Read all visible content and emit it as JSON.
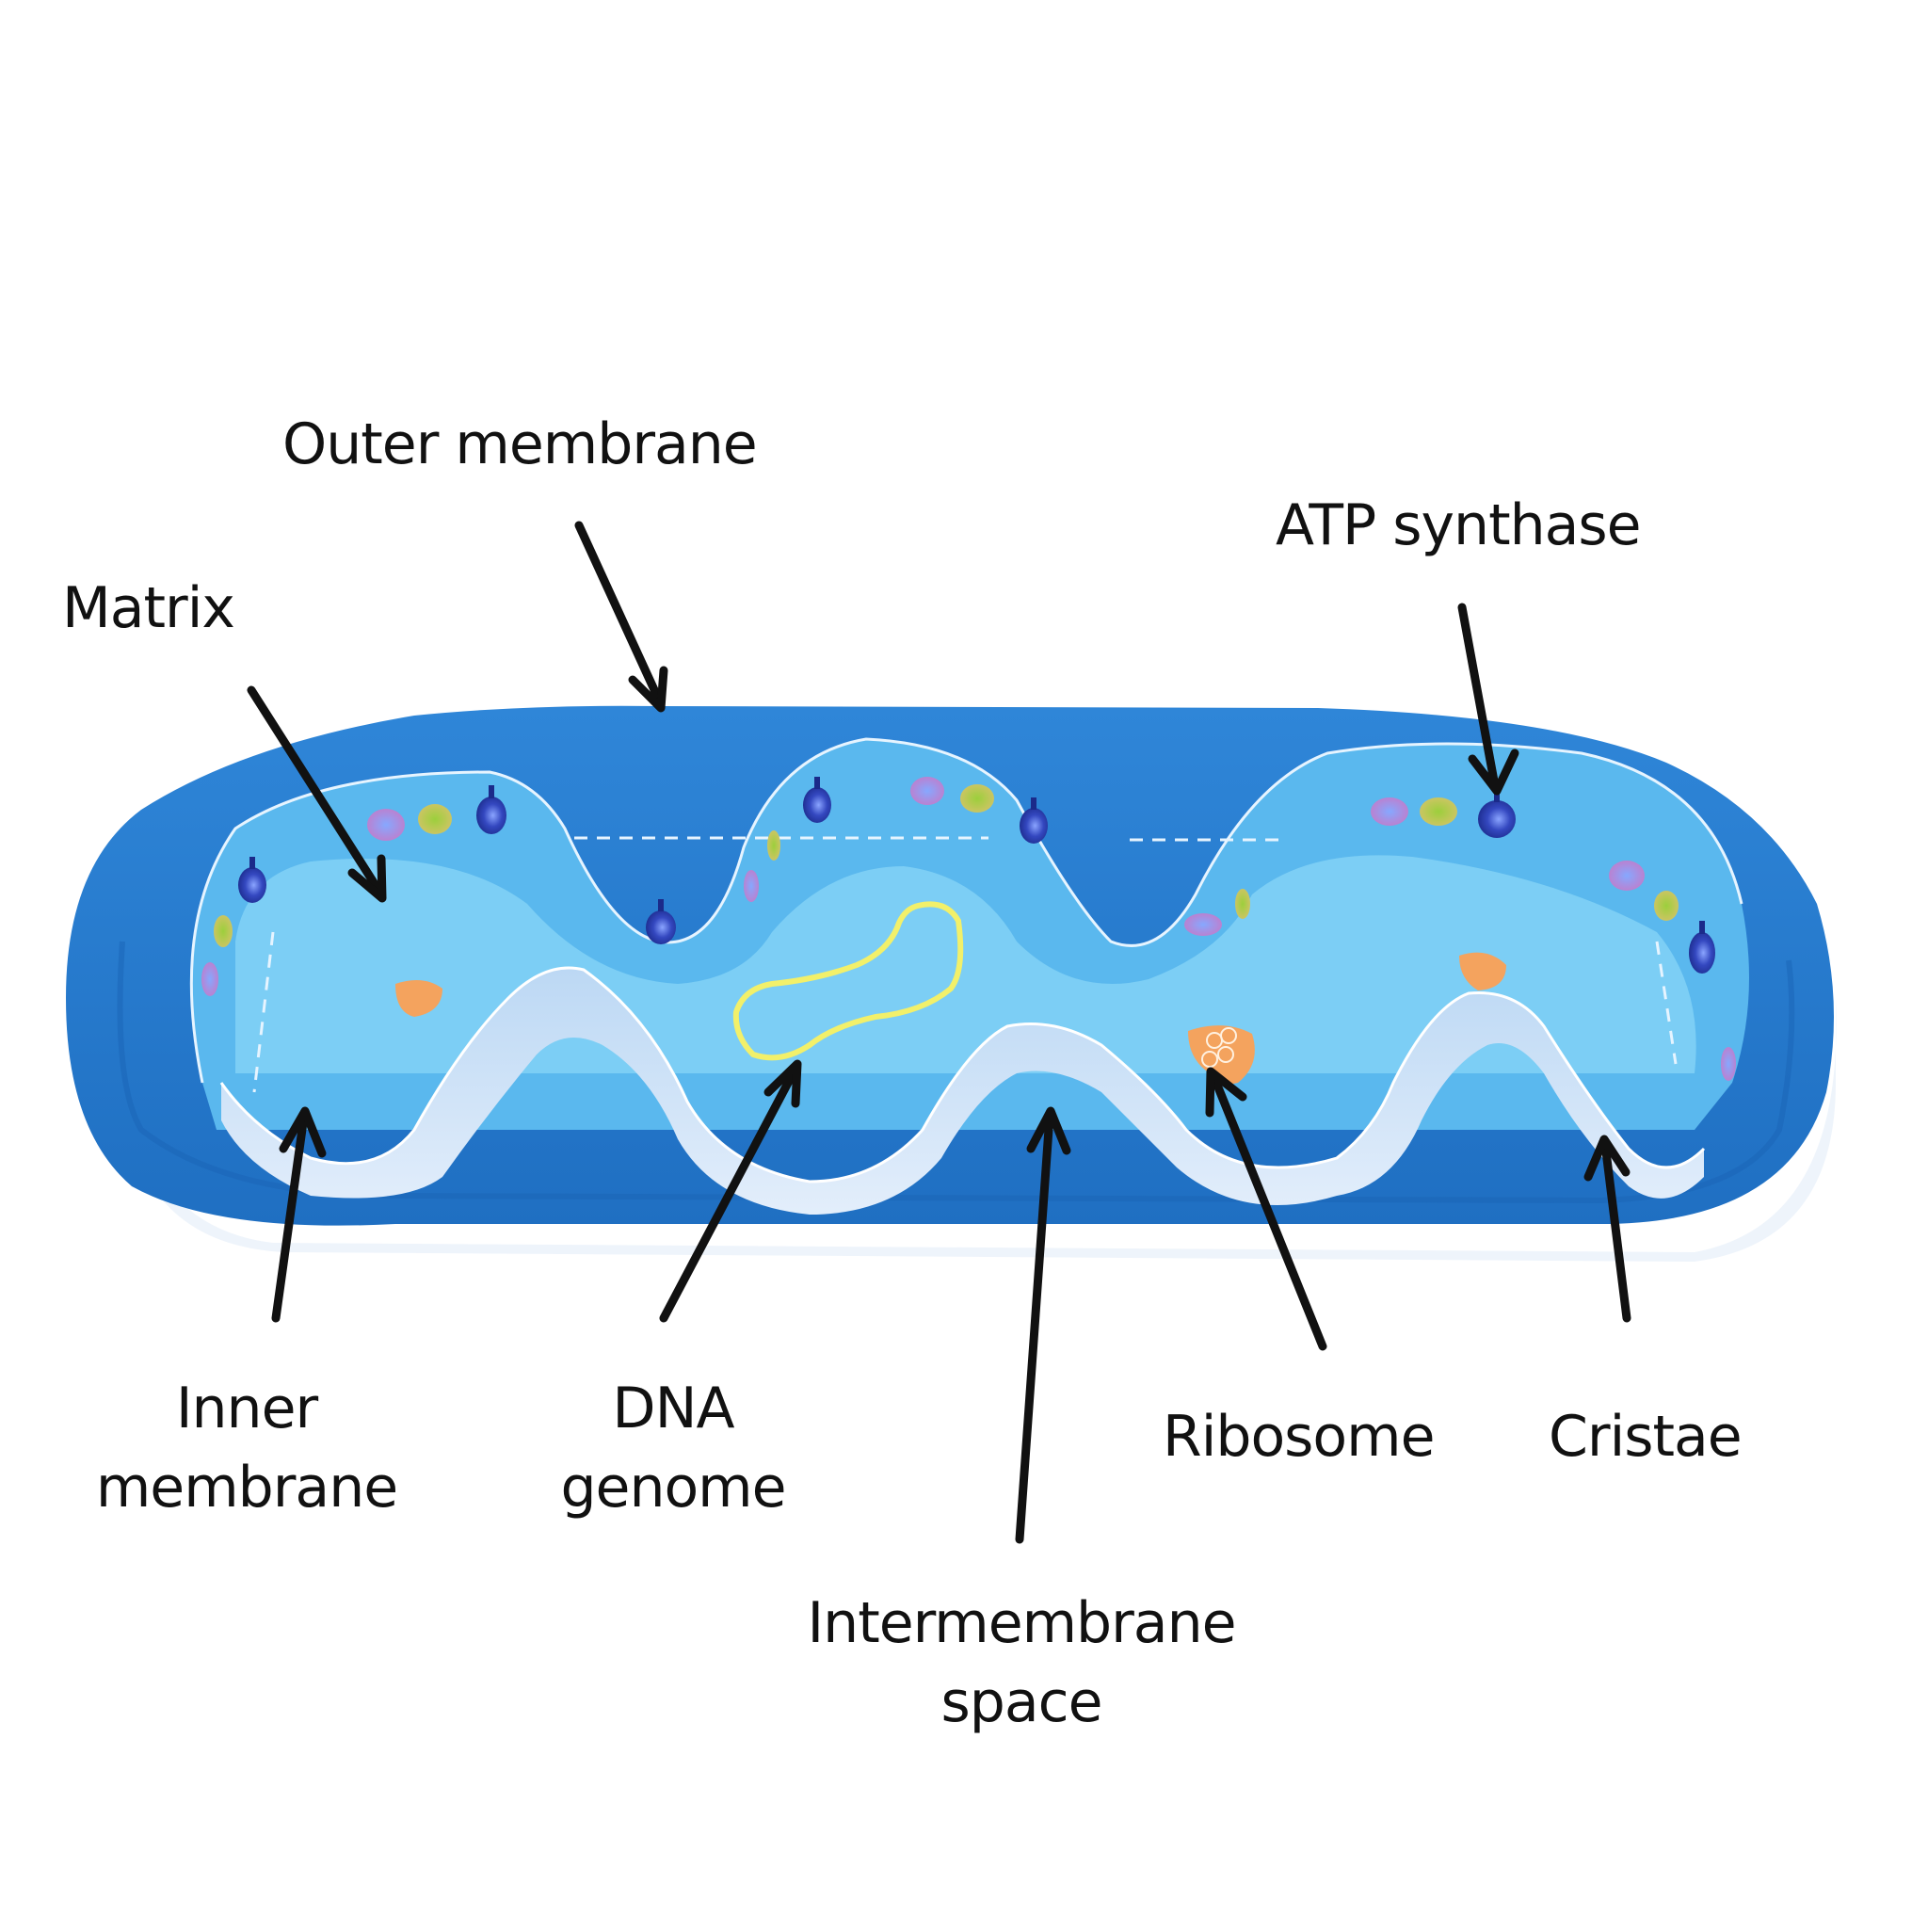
{
  "diagram": {
    "subject": "Mitochondrion paper model",
    "colors": {
      "background": "#ffffff",
      "outer_membrane": "#2f86d8",
      "outer_membrane_dark": "#1f6fc2",
      "outer_base": "#eef4fb",
      "inner_membrane": "#5ab8ee",
      "inner_membrane_front": "#cfe3f7",
      "matrix": "#7fd0f5",
      "dna": "#f2f06a",
      "ribosome": "#f4a35e",
      "atp_synthase": "#2a3eb0",
      "protein_pink": "#c77ac8",
      "protein_green": "#9ccf3c",
      "arrow": "#111111",
      "text": "#111111"
    },
    "labels": {
      "outer_membrane": "Outer membrane",
      "matrix": "Matrix",
      "atp_synthase": "ATP synthase",
      "inner_membrane_line1": "Inner",
      "inner_membrane_line2": "membrane",
      "dna_line1": "DNA",
      "dna_line2": "genome",
      "intermembrane_line1": "Intermembrane",
      "intermembrane_line2": "space",
      "ribosome": "Ribosome",
      "cristae": "Cristae"
    }
  }
}
